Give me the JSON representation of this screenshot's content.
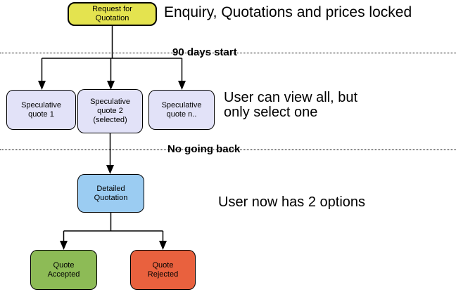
{
  "diagram": {
    "nodes": {
      "request": {
        "label": "Request for\nQuotation",
        "fill": "#e4e34f"
      },
      "spec1": {
        "label": "Speculative\nquote 1",
        "fill": "#e2e2f8"
      },
      "spec2": {
        "label": "Speculative\nquote 2\n(selected)",
        "fill": "#e2e2f8"
      },
      "specn": {
        "label": "Speculative\nquote n..",
        "fill": "#e2e2f8"
      },
      "detailed": {
        "label": "Detailed\nQuotation",
        "fill": "#9bccf2"
      },
      "accepted": {
        "label": "Quote\nAccepted",
        "fill": "#8dbb56"
      },
      "rejected": {
        "label": "Quote\nRejected",
        "fill": "#e9613e"
      }
    },
    "milestones": {
      "days_start": "90 days start",
      "no_going_back": "No going back"
    },
    "annotations": {
      "enquiry": "Enquiry, Quotations and prices locked",
      "view_all": "User can view all, but\nonly select one",
      "two_options": "User now has 2 options"
    },
    "colors": {
      "background": "#ffffff",
      "border": "#000000",
      "text": "#000000",
      "connector": "#000000",
      "yellow": "#e4e34f",
      "lavender": "#e2e2f8",
      "blue": "#9bccf2",
      "green": "#8dbb56",
      "red": "#e9613e"
    }
  }
}
